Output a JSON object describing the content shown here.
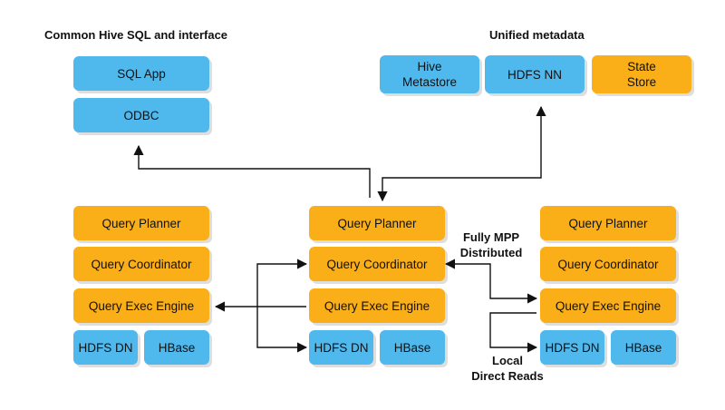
{
  "titles": {
    "common": "Common Hive SQL and interface",
    "unified": "Unified metadata"
  },
  "apps": {
    "sql_app": "SQL App",
    "odbc": "ODBC"
  },
  "metadata": {
    "hive_metastore": "Hive\nMetastore",
    "hdfs_nn": "HDFS NN",
    "state_store": "State\nStore"
  },
  "node": {
    "planner": "Query Planner",
    "coordinator": "Query Coordinator",
    "exec_engine": "Query Exec Engine",
    "hdfs_dn": "HDFS DN",
    "hbase": "HBase"
  },
  "annotations": {
    "mpp_line1": "Fully MPP",
    "mpp_line2": "Distributed",
    "local_line1": "Local",
    "local_line2": "Direct Reads"
  },
  "colors": {
    "blue": "#4fb9ee",
    "orange": "#faae17",
    "line": "#111111"
  }
}
